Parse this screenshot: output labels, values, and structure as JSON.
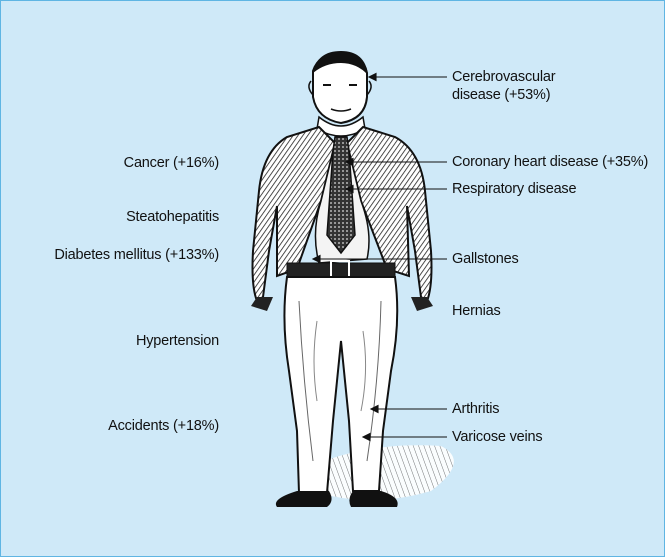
{
  "left_labels": [
    {
      "id": "cancer",
      "text": "Cancer (+16%)"
    },
    {
      "id": "steatohepatitis",
      "text": "Steatohepatitis"
    },
    {
      "id": "diabetes",
      "text": "Diabetes mellitus (+133%)"
    },
    {
      "id": "hypertension",
      "text": "Hypertension"
    },
    {
      "id": "accidents",
      "text": "Accidents (+18%)"
    }
  ],
  "right_labels": [
    {
      "id": "cerebrovascular",
      "lines": [
        "Cerebrovascular",
        "disease (+53%)"
      ]
    },
    {
      "id": "coronary",
      "lines": [
        "Coronary heart disease (+35%)"
      ]
    },
    {
      "id": "respiratory",
      "lines": [
        "Respiratory disease"
      ]
    },
    {
      "id": "gallstones",
      "lines": [
        "Gallstones"
      ]
    },
    {
      "id": "hernias",
      "lines": [
        "Hernias"
      ]
    },
    {
      "id": "arthritis",
      "lines": [
        "Arthritis"
      ]
    },
    {
      "id": "varicose",
      "lines": [
        "Varicose veins"
      ]
    }
  ],
  "colors": {
    "background": "#cfe9f8",
    "border": "#5fb5e3",
    "ink": "#111111"
  },
  "illustration": {
    "icon": "obese-man-illustration-icon"
  }
}
